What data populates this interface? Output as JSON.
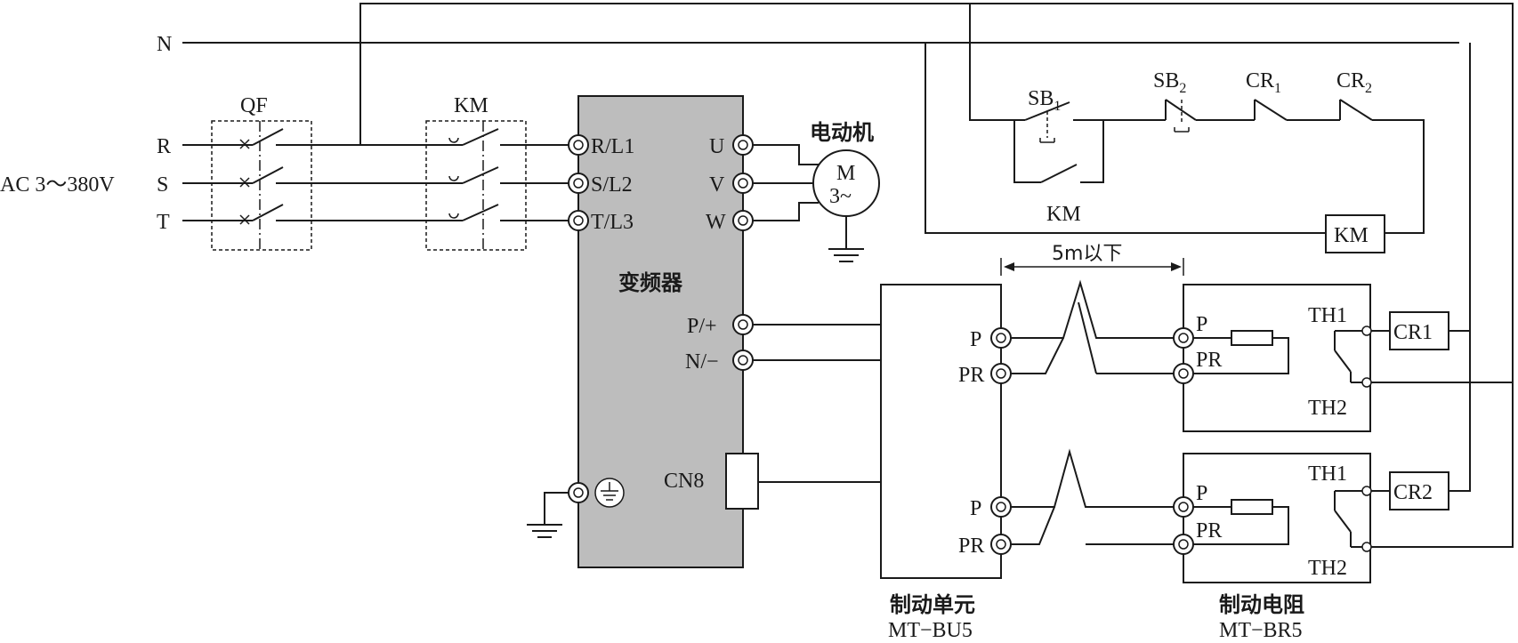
{
  "power": {
    "neutral": "N",
    "phase_r": "R",
    "phase_s": "S",
    "phase_t": "T",
    "supply": "AC 3～380V"
  },
  "breaker": {
    "label": "QF"
  },
  "contactor": {
    "label": "KM"
  },
  "inverter": {
    "name": "变频器",
    "t_rl1": "R/L1",
    "t_sl2": "S/L2",
    "t_tl3": "T/L3",
    "t_u": "U",
    "t_v": "V",
    "t_w": "W",
    "t_p": "P/+",
    "t_n": "N/−",
    "t_cn8": "CN8"
  },
  "motor": {
    "title": "电动机",
    "symbol_top": "M",
    "symbol_bottom": "3~"
  },
  "control": {
    "sb1": "SB",
    "sb1_sub": "1",
    "sb2": "SB",
    "sb2_sub": "2",
    "cr1": "CR",
    "cr1_sub": "1",
    "cr2": "CR",
    "cr2_sub": "2",
    "km_aux": "KM",
    "km_coil": "KM"
  },
  "distance": {
    "label": "5m以下"
  },
  "braking_unit": {
    "p_upper": "P",
    "pr_upper": "PR",
    "p_lower": "P",
    "pr_lower": "PR",
    "name": "制动单元",
    "model": "MT−BU5"
  },
  "braking_resistor": {
    "p_upper": "P",
    "pr_upper": "PR",
    "th1_upper": "TH1",
    "th2_upper": "TH2",
    "relay_upper": "CR1",
    "p_lower": "P",
    "pr_lower": "PR",
    "th1_lower": "TH1",
    "th2_lower": "TH2",
    "relay_lower": "CR2",
    "name": "制动电阻",
    "model": "MT−BR5"
  }
}
